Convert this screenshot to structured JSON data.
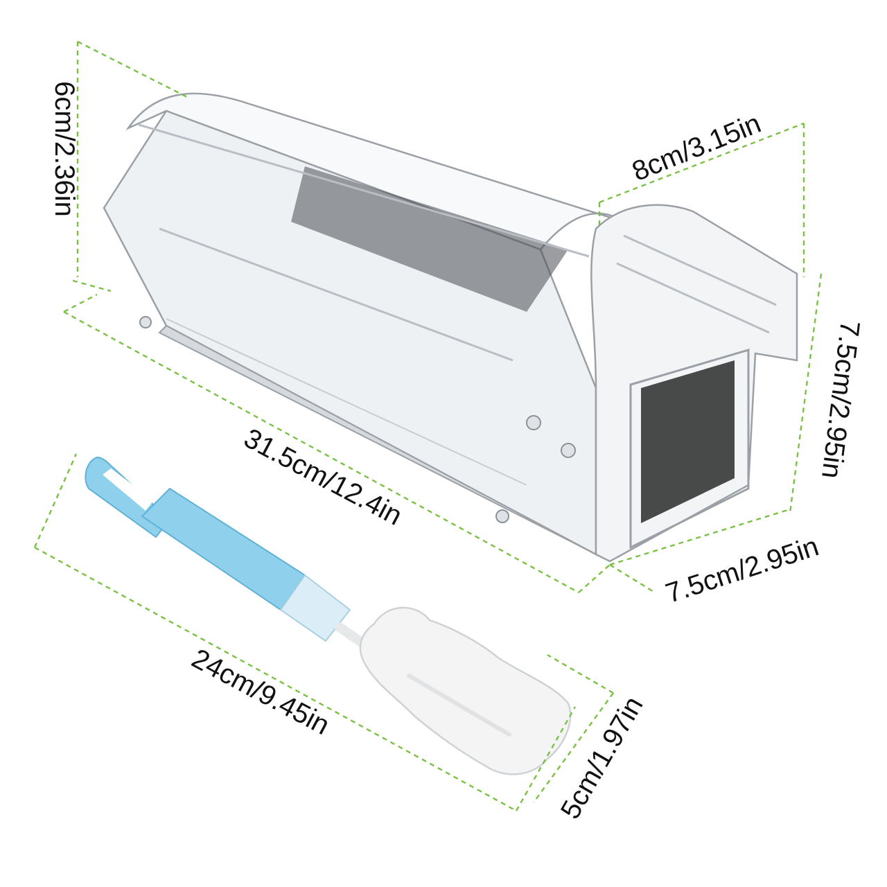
{
  "colors": {
    "dimension_line": "#7ac143",
    "label_text": "#111111",
    "trap_outline": "#9aa0a6",
    "trap_fill": "#eef1f4",
    "trap_dark": "#2a2a2a",
    "handle_blue": "#8fd0ec",
    "sponge": "#f4f4f4"
  },
  "dimensions": {
    "trap_height": "6cm/2.36in",
    "trap_width": "8cm/3.15in",
    "trap_door_height": "7.5cm/2.95in",
    "trap_length": "31.5cm/12.4in",
    "trap_depth": "7.5cm/2.95in",
    "brush_length": "24cm/9.45in",
    "sponge_width": "5cm/1.97in"
  },
  "objects": {
    "trap": "transparent mouse trap",
    "brush": "sponge cleaning brush"
  }
}
